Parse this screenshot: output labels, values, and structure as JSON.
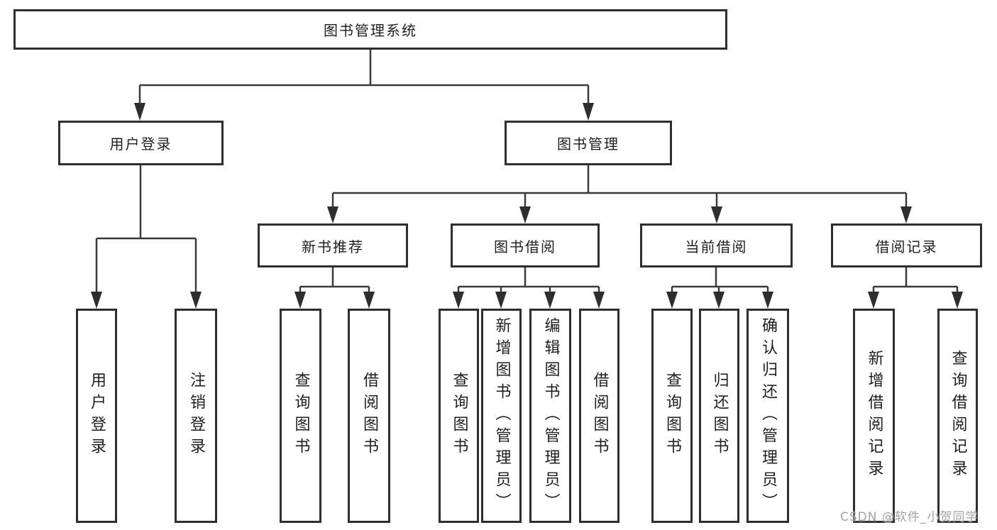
{
  "diagram": {
    "root": {
      "label": "图书管理系统",
      "children": [
        {
          "label": "用户登录",
          "children": [
            {
              "label": "用户登录"
            },
            {
              "label": "注销登录"
            }
          ]
        },
        {
          "label": "图书管理",
          "children": [
            {
              "label": "新书推荐",
              "children": [
                {
                  "label": "查询图书"
                },
                {
                  "label": "借阅图书"
                }
              ]
            },
            {
              "label": "图书借阅",
              "children": [
                {
                  "label": "查询图书"
                },
                {
                  "label": "新增图书（管理员）"
                },
                {
                  "label": "编辑图书（管理员）"
                },
                {
                  "label": "借阅图书"
                }
              ]
            },
            {
              "label": "当前借阅",
              "children": [
                {
                  "label": "查询图书"
                },
                {
                  "label": "归还图书"
                },
                {
                  "label": "确认归还（管理员）"
                }
              ]
            },
            {
              "label": "借阅记录",
              "children": [
                {
                  "label": "新增借阅记录"
                },
                {
                  "label": "查询借阅记录"
                }
              ]
            }
          ]
        }
      ]
    }
  },
  "watermark": {
    "text": "CSDN @软件_小贺同学"
  },
  "colors": {
    "line": "#3a3a3a",
    "box_border": "#2e2e2e",
    "text": "#1f1f1f",
    "watermark": "#a3a3a3",
    "background": "#ffffff"
  }
}
